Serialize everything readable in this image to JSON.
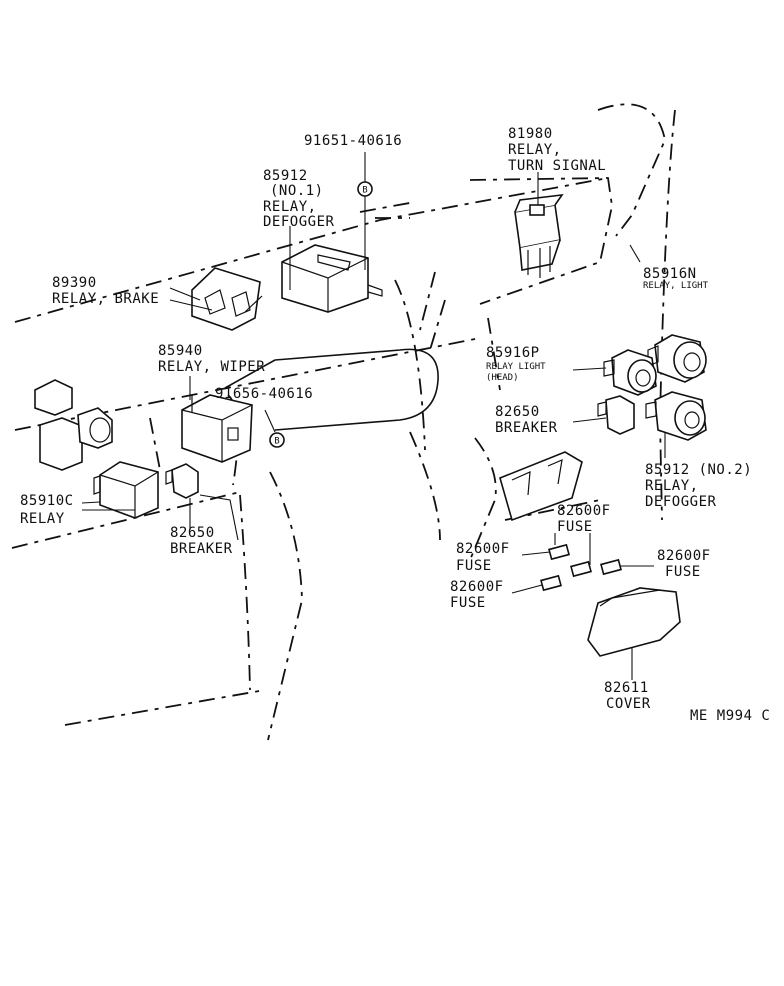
{
  "diagram_code": "ME M994 C",
  "callouts": {
    "bolt_top": {
      "part_no": "91651-40616"
    },
    "bolt_mid": {
      "part_no": "91656-40616"
    },
    "bolt_symbol": "B",
    "relay_turn_signal": {
      "part_no": "81980",
      "line1": "RELAY,",
      "line2": "TURN SIGNAL"
    },
    "relay_defogger_1": {
      "part_no": "85912",
      "line1": "(NO.1)",
      "line2": "RELAY,",
      "line3": "DEFOGGER"
    },
    "relay_brake": {
      "part_no": "89390",
      "line1": "RELAY, BRAKE"
    },
    "relay_wiper": {
      "part_no": "85940",
      "line1": "RELAY, WIPER"
    },
    "relay_light": {
      "part_no": "85916N",
      "line1": "RELAY, LIGHT"
    },
    "relay_light_head": {
      "part_no": "85916P",
      "line1": "RELAY LIGHT",
      "line2": "(HEAD)"
    },
    "breaker_right": {
      "part_no": "82650",
      "line1": "BREAKER"
    },
    "relay_defogger_2": {
      "part_no": "85912 (NO.2)",
      "line1": "RELAY,",
      "line2": "DEFOGGER"
    },
    "relay_left": {
      "part_no": "85910C",
      "line1": "RELAY"
    },
    "breaker_left": {
      "part_no": "82650",
      "line1": "BREAKER"
    },
    "fuse_top": {
      "part_no": "82600F",
      "line1": "FUSE"
    },
    "fuse_left_upper": {
      "part_no": "82600F",
      "line1": "FUSE"
    },
    "fuse_left_lower": {
      "part_no": "82600F",
      "line1": "FUSE"
    },
    "fuse_right": {
      "part_no": "82600F",
      "line1": "FUSE"
    },
    "cover": {
      "part_no": "82611",
      "line1": "COVER"
    }
  }
}
